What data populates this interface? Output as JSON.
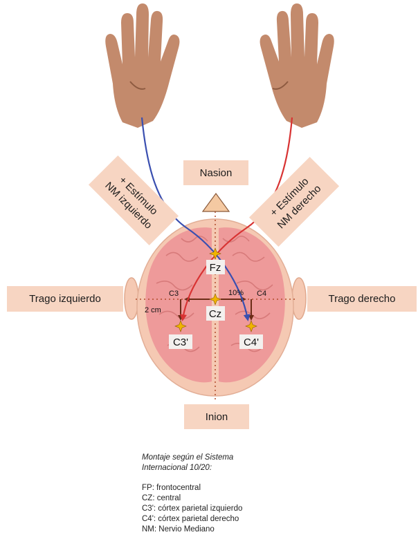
{
  "labels": {
    "nasion": "Nasion",
    "inion": "Inion",
    "left_tragus": "Trago izquierdo",
    "right_tragus": "Trago derecho",
    "left_stim": [
      "+ Estímulo",
      "NM izquierdo"
    ],
    "right_stim": [
      "+ Estímulo",
      "NM derecho"
    ]
  },
  "electrodes": {
    "fz": "Fz",
    "cz": "Cz",
    "c3": "C3",
    "c4": "C4",
    "c3p": "C3'",
    "c4p": "C4'"
  },
  "measurements": {
    "two_cm": "2 cm",
    "ten_pct": "10%"
  },
  "legend": {
    "title_line1": "Montaje según el Sistema",
    "title_line2": "Internacional 10/20:",
    "items": [
      "FP: frontocentral",
      "CZ: central",
      "C3': córtex parietal izquierdo",
      "C4': córtex parietal derecho",
      "NM: Nervio Mediano"
    ]
  },
  "colors": {
    "skin": "#c38a6c",
    "label_fill": "#f7d5c2",
    "head": "#f5c9b3",
    "brain": "#ee9a9a",
    "left_wire": "#3a4fb0",
    "right_wire": "#d83333",
    "electrode": "#f0b400"
  },
  "icons": {
    "hands": "open-palm-icon",
    "electrode": "four-point-star-icon"
  }
}
